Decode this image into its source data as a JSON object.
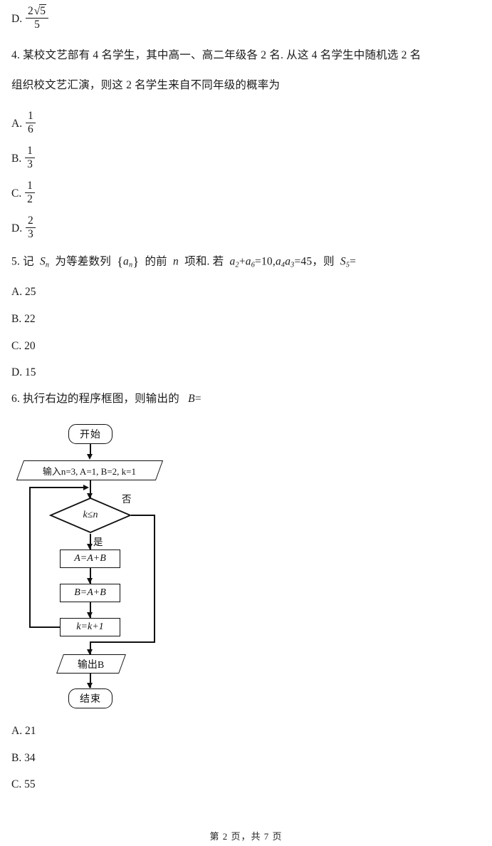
{
  "document": {
    "kind": "exam-paper-scan",
    "footer": "第 2 页，共 7 页"
  },
  "carryover_option": {
    "label": "D.",
    "numerator": "2",
    "radicand": "5",
    "denominator": "5",
    "radical_sign": "√"
  },
  "questions": [
    {
      "number": "4.",
      "stem_line1": "4. 某校文艺部有 4 名学生，其中高一、高二年级各 2 名. 从这 4 名学生中随机选 2 名",
      "stem_line2": "组织校文艺汇演，则这 2 名学生来自不同年级的概率为",
      "options": [
        {
          "label": "A.",
          "numerator": "1",
          "denominator": "6"
        },
        {
          "label": "B.",
          "numerator": "1",
          "denominator": "3"
        },
        {
          "label": "C.",
          "numerator": "1",
          "denominator": "2"
        },
        {
          "label": "D.",
          "numerator": "2",
          "denominator": "3"
        }
      ]
    },
    {
      "number": "5.",
      "stem_parts": {
        "p1": "5. 记",
        "var_S": "S",
        "var_S_sub": "n",
        "p2": "为等差数列",
        "seq_open": "{",
        "seq_a": "a",
        "seq_a_sub": "n",
        "seq_close": "}",
        "p3": "的前",
        "var_n": "n",
        "p4": "项和. 若",
        "eq_a2": "a",
        "eq_a2_sub": "2",
        "plus": "+",
        "eq_a6": "a",
        "eq_a6_sub": "6",
        "eq_10": "=10,",
        "eq_a4": "a",
        "eq_a4_sub": "4",
        "eq_a3": "a",
        "eq_a3_sub": "3",
        "eq_45": "=45",
        "comma": "，则",
        "res_S": "S",
        "res_S_sub": "5",
        "res_eq": "="
      },
      "options": [
        {
          "label": "A.",
          "value": "25"
        },
        {
          "label": "B.",
          "value": "22"
        },
        {
          "label": "C.",
          "value": "20"
        },
        {
          "label": "D.",
          "value": "15"
        }
      ]
    },
    {
      "number": "6.",
      "stem_prefix": "6. 执行右边的程序框图，则输出的",
      "stem_var": "B",
      "stem_eq": "=",
      "options": [
        {
          "label": "A.",
          "value": "21"
        },
        {
          "label": "B.",
          "value": "34"
        },
        {
          "label": "C.",
          "value": "55"
        }
      ]
    }
  ],
  "flowchart": {
    "start": "开始",
    "input": "输入n=3, A=1, B=2, k=1",
    "condition": "k≤n",
    "branch_yes": "是",
    "branch_no": "否",
    "process1": "A=A+B",
    "process2": "B=A+B",
    "process3": "k=k+1",
    "output": "输出B",
    "end": "结束"
  }
}
